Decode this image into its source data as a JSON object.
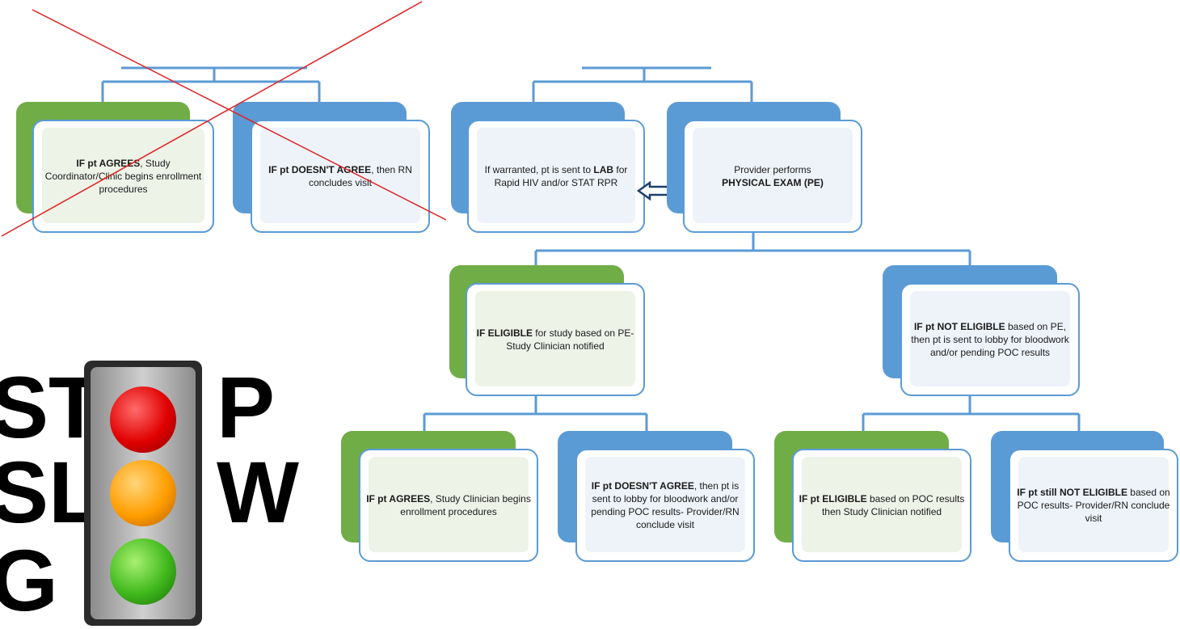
{
  "boxes": {
    "agrees_top": {
      "strong": "IF pt AGREES",
      "rest": ", Study Coordinator/Clinic begins enrollment procedures"
    },
    "doesnt_agree_top": {
      "strong": "IF pt DOESN'T AGREE",
      "rest": ", then RN concludes visit"
    },
    "lab": {
      "pre": "If warranted, pt is sent to ",
      "strong": "LAB",
      "rest": " for Rapid HIV and/or STAT RPR"
    },
    "physical_exam": {
      "pre": "Provider performs ",
      "strong": "PHYSICAL EXAM (PE)"
    },
    "eligible": {
      "strong": "IF ELIGIBLE",
      "rest": " for study based on PE- Study Clinician notified"
    },
    "not_eligible": {
      "strong": "IF pt NOT ELIGIBLE",
      "rest": " based on PE, then pt is sent to lobby for bloodwork and/or pending POC results"
    },
    "agrees_bottom": {
      "strong": "IF pt AGREES",
      "rest": ", Study Clinician begins enrollment procedures"
    },
    "doesnt_agree_bottom": {
      "strong": "IF pt DOESN'T AGREE",
      "rest": ", then pt is sent to lobby for bloodwork and/or pending POC results- Provider/RN conclude visit"
    },
    "eligible_poc": {
      "strong": "IF pt ELIGIBLE",
      "rest": " based on POC results then Study Clinician notified"
    },
    "still_not_eligible": {
      "strong": "IF pt still NOT ELIGIBLE",
      "rest": " based on POC results- Provider/RN conclude visit"
    }
  },
  "stoplight": {
    "letters_left": [
      "ST",
      "SL",
      "G"
    ],
    "letters_right": [
      "P",
      "W"
    ]
  },
  "colors": {
    "green": "#70ad47",
    "blue": "#5b9bd5",
    "cross": "#e02020"
  }
}
